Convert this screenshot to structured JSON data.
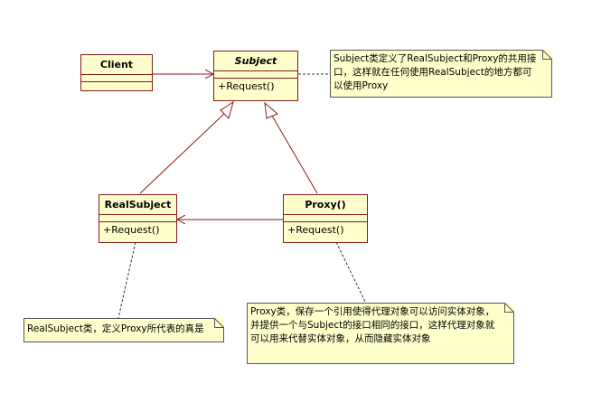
{
  "classes": {
    "client": {
      "name": "Client",
      "operation": ""
    },
    "subject": {
      "name": "Subject",
      "operation": "+Request()"
    },
    "realsubject": {
      "name": "RealSubject",
      "operation": "+Request()"
    },
    "proxy": {
      "name": "Proxy()",
      "operation": "+Request()"
    }
  },
  "notes": {
    "subject_note": "Subject类定义了RealSubject和Proxy的共用接口，这样就在任何使用RealSubject的地方都可以使用Proxy",
    "realsubject_note": "RealSubject类，定义Proxy所代表的真是",
    "proxy_note": "Proxy类，保存一个引用使得代理对象可以访问实体对象，并提供一个与Subject的接口相同的接口，这样代理对象就可以用来代替实体对象，从而隐藏实体对象"
  },
  "colors": {
    "class_fill": "#ffffcc",
    "border": "#8b1a1a",
    "line": "#8b1a1a"
  }
}
